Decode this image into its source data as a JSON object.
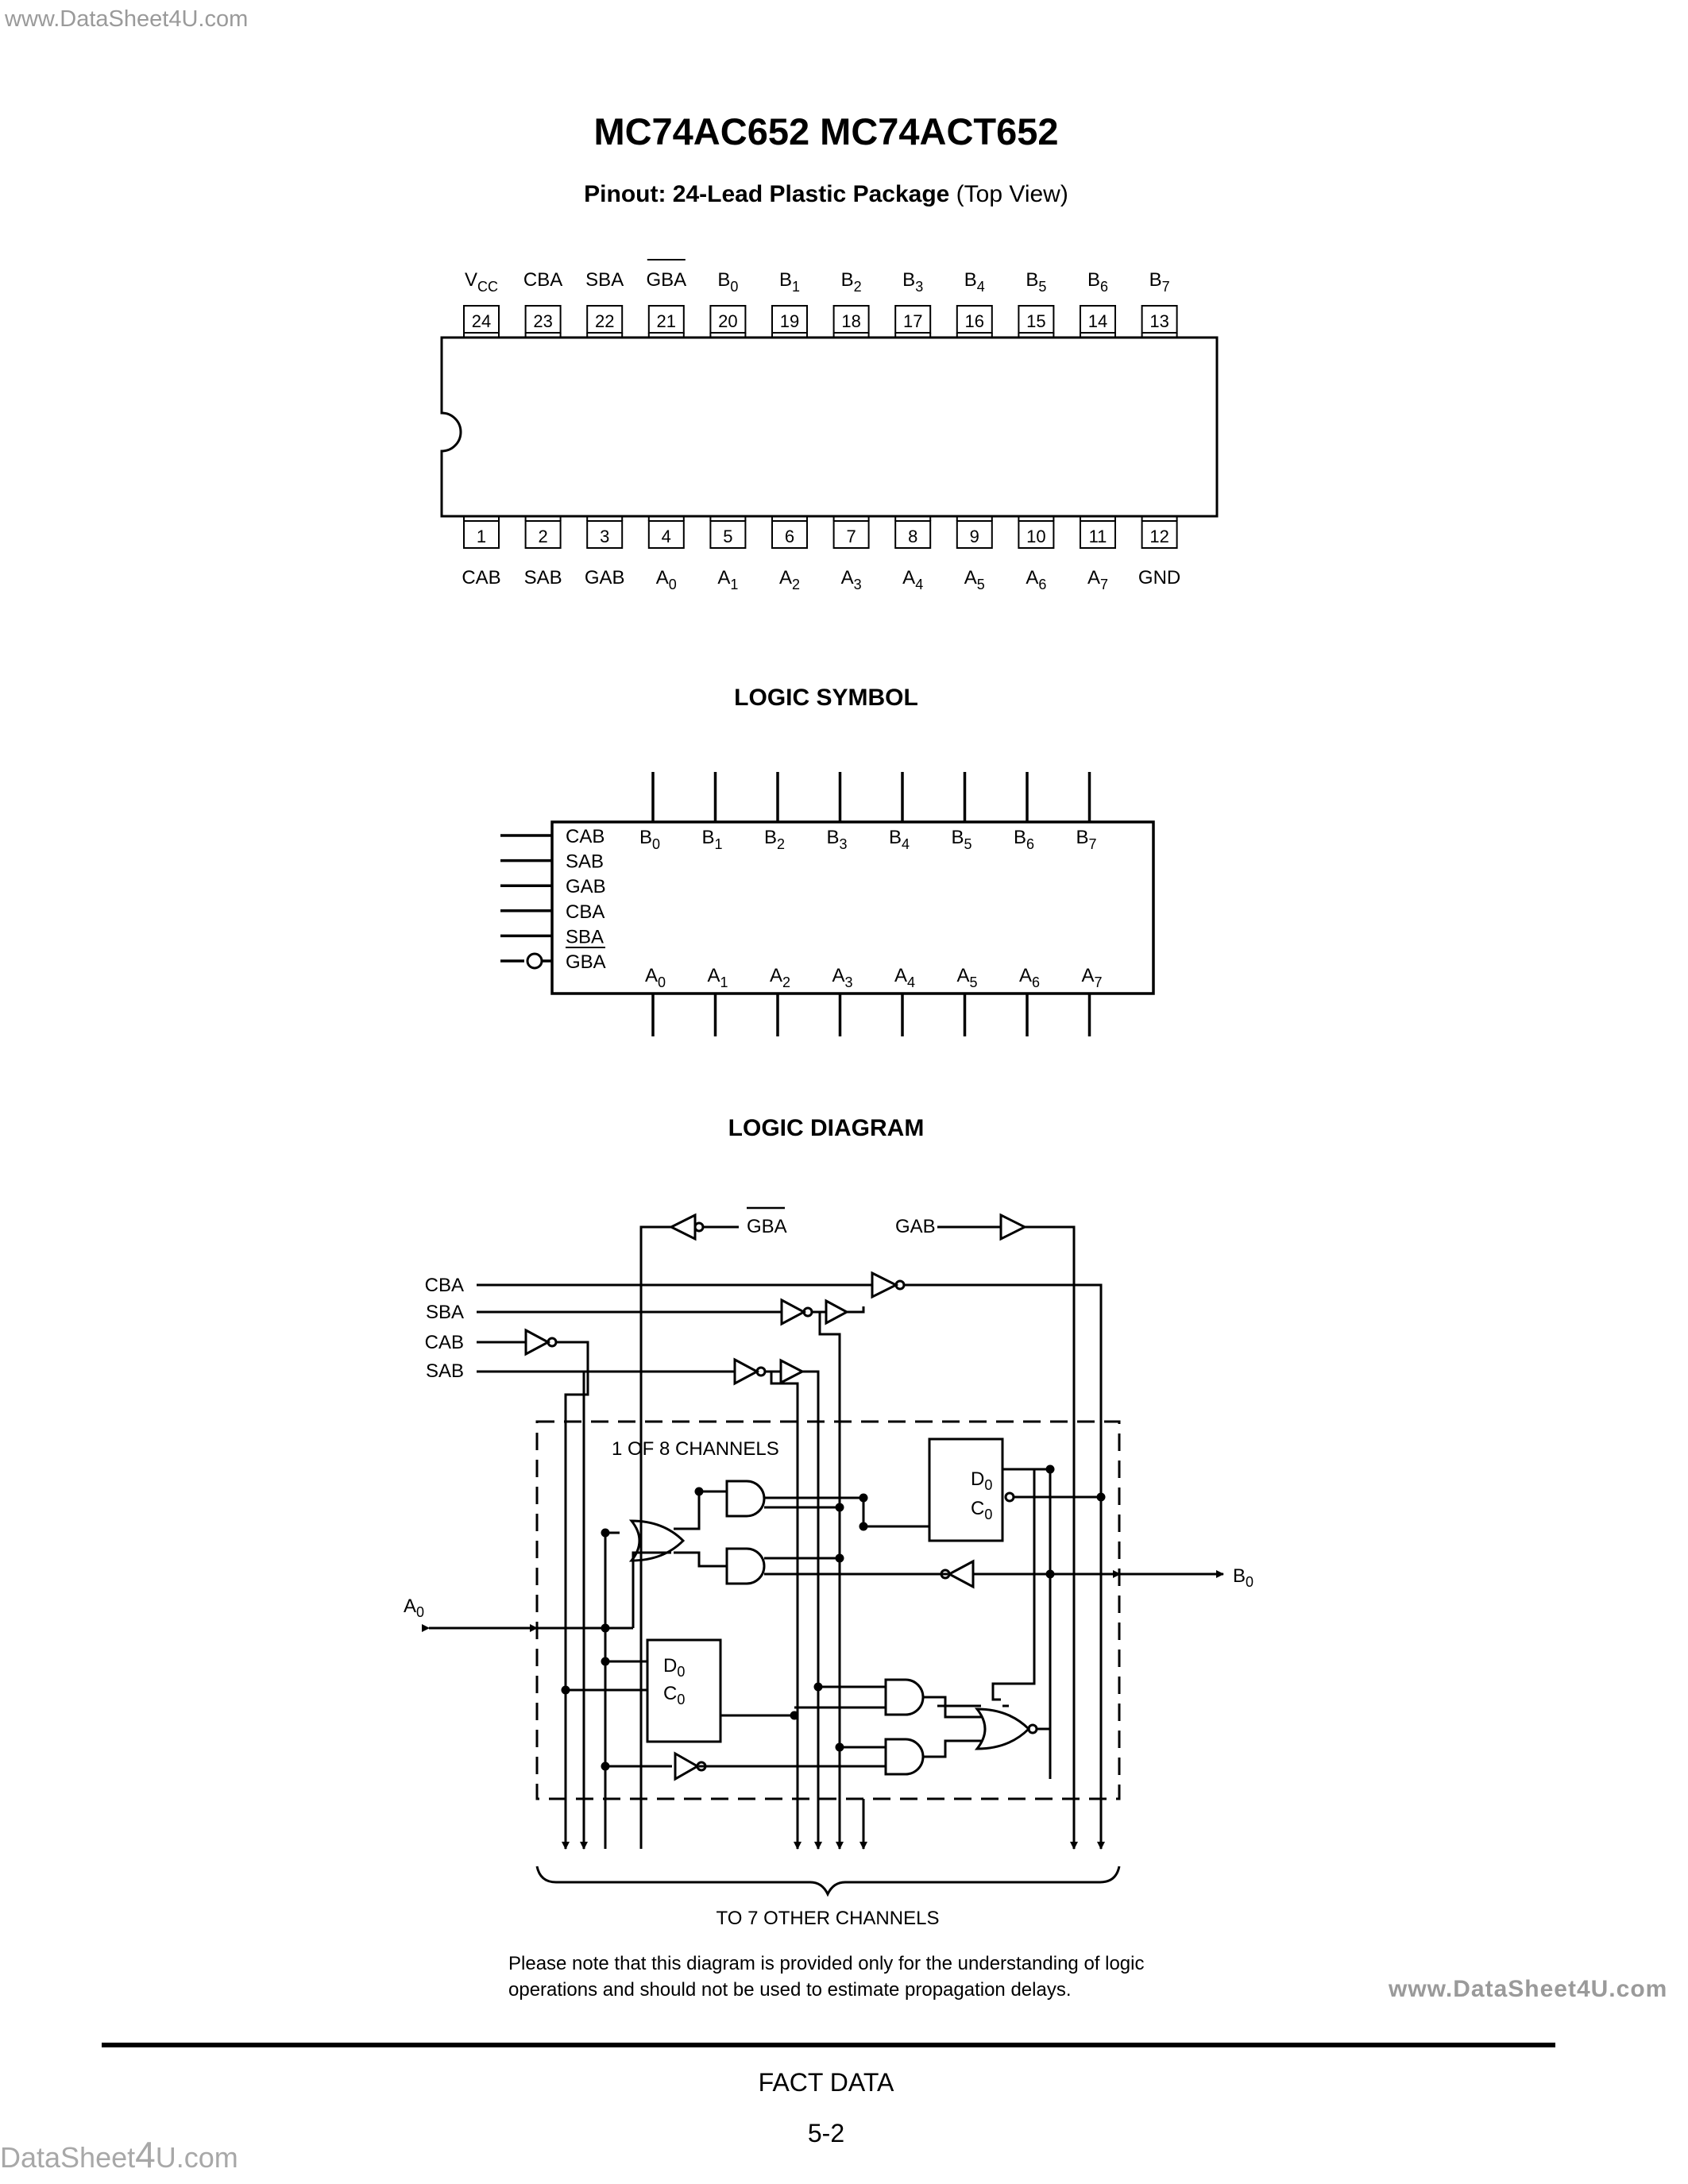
{
  "watermark": {
    "top": "www.DataSheet4U.com",
    "bottom_pre": "DataSheet",
    "bottom_big": "4",
    "bottom_post": "U.com",
    "right": "www.DataSheet4U.com"
  },
  "title": "MC74AC652 MC74ACT652",
  "pinout": {
    "bold": "Pinout: 24-Lead Plastic Package",
    "normal": "(Top View)",
    "top_pins": [
      {
        "num": "24",
        "base": "V",
        "sub": "CC",
        "bar": false
      },
      {
        "num": "23",
        "base": "CBA",
        "sub": "",
        "bar": false
      },
      {
        "num": "22",
        "base": "SBA",
        "sub": "",
        "bar": false
      },
      {
        "num": "21",
        "base": "GBA",
        "sub": "",
        "bar": true
      },
      {
        "num": "20",
        "base": "B",
        "sub": "0",
        "bar": false
      },
      {
        "num": "19",
        "base": "B",
        "sub": "1",
        "bar": false
      },
      {
        "num": "18",
        "base": "B",
        "sub": "2",
        "bar": false
      },
      {
        "num": "17",
        "base": "B",
        "sub": "3",
        "bar": false
      },
      {
        "num": "16",
        "base": "B",
        "sub": "4",
        "bar": false
      },
      {
        "num": "15",
        "base": "B",
        "sub": "5",
        "bar": false
      },
      {
        "num": "14",
        "base": "B",
        "sub": "6",
        "bar": false
      },
      {
        "num": "13",
        "base": "B",
        "sub": "7",
        "bar": false
      }
    ],
    "bottom_pins": [
      {
        "num": "1",
        "base": "CAB",
        "sub": ""
      },
      {
        "num": "2",
        "base": "SAB",
        "sub": ""
      },
      {
        "num": "3",
        "base": "GAB",
        "sub": ""
      },
      {
        "num": "4",
        "base": "A",
        "sub": "0"
      },
      {
        "num": "5",
        "base": "A",
        "sub": "1"
      },
      {
        "num": "6",
        "base": "A",
        "sub": "2"
      },
      {
        "num": "7",
        "base": "A",
        "sub": "3"
      },
      {
        "num": "8",
        "base": "A",
        "sub": "4"
      },
      {
        "num": "9",
        "base": "A",
        "sub": "5"
      },
      {
        "num": "10",
        "base": "A",
        "sub": "6"
      },
      {
        "num": "11",
        "base": "A",
        "sub": "7"
      },
      {
        "num": "12",
        "base": "GND",
        "sub": ""
      }
    ]
  },
  "logic_symbol": {
    "title": "LOGIC SYMBOL",
    "inputs": [
      {
        "label": "CAB",
        "inverted": false
      },
      {
        "label": "SAB",
        "inverted": false
      },
      {
        "label": "GAB",
        "inverted": false
      },
      {
        "label": "CBA",
        "inverted": false
      },
      {
        "label": "SBA",
        "inverted": false
      },
      {
        "label": "GBA",
        "inverted": true
      }
    ],
    "b_labels": [
      {
        "base": "B",
        "sub": "0"
      },
      {
        "base": "B",
        "sub": "1"
      },
      {
        "base": "B",
        "sub": "2"
      },
      {
        "base": "B",
        "sub": "3"
      },
      {
        "base": "B",
        "sub": "4"
      },
      {
        "base": "B",
        "sub": "5"
      },
      {
        "base": "B",
        "sub": "6"
      },
      {
        "base": "B",
        "sub": "7"
      }
    ],
    "a_labels": [
      {
        "base": "A",
        "sub": "0"
      },
      {
        "base": "A",
        "sub": "1"
      },
      {
        "base": "A",
        "sub": "2"
      },
      {
        "base": "A",
        "sub": "3"
      },
      {
        "base": "A",
        "sub": "4"
      },
      {
        "base": "A",
        "sub": "5"
      },
      {
        "base": "A",
        "sub": "6"
      },
      {
        "base": "A",
        "sub": "7"
      }
    ]
  },
  "logic_diagram": {
    "title": "LOGIC DIAGRAM",
    "labels": {
      "gba": "GBA",
      "gab": "GAB",
      "cba": "CBA",
      "sba": "SBA",
      "cab": "CAB",
      "sab": "SAB",
      "channels": "1 OF 8 CHANNELS",
      "d": "D",
      "c": "C",
      "reg_sub": "0",
      "a_base": "A",
      "a_sub": "0",
      "b_base": "B",
      "b_sub": "0",
      "other": "TO 7 OTHER CHANNELS"
    }
  },
  "note": "Please note that this diagram is provided only for the understanding of logic operations and should not be used to estimate propagation delays.",
  "footer": {
    "fact": "FACT DATA",
    "page": "5-2"
  }
}
